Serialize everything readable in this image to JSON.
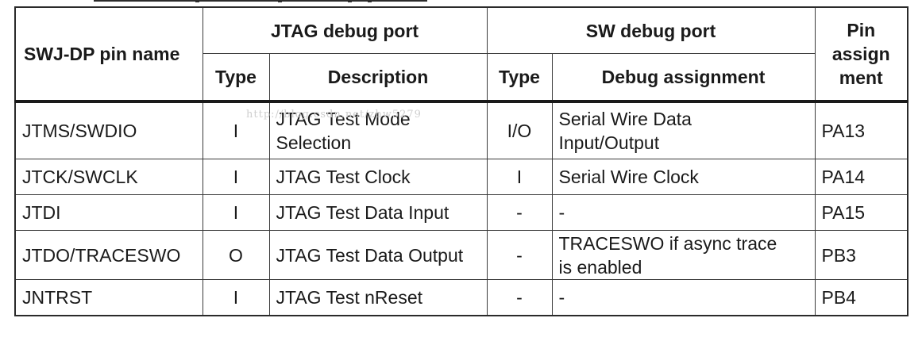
{
  "table": {
    "header": {
      "pin_name": "SWJ-DP pin name",
      "jtag_group": "JTAG debug port",
      "sw_group": "SW debug port",
      "pin_assign_line1": "Pin",
      "pin_assign_line2": "assign",
      "pin_assign_line3": "ment",
      "jtag_type": "Type",
      "jtag_desc": "Description",
      "sw_type": "Type",
      "sw_assign": "Debug assignment"
    },
    "rows": [
      {
        "pin": "JTMS/SWDIO",
        "jtag_type": "I",
        "jtag_desc_line1": "JTAG Test Mode",
        "jtag_desc_line2": "Selection",
        "sw_type": "I/O",
        "sw_assign_line1": "Serial Wire Data",
        "sw_assign_line2": "Input/Output",
        "assignment": "PA13"
      },
      {
        "pin": "JTCK/SWCLK",
        "jtag_type": "I",
        "jtag_desc": "JTAG Test Clock",
        "sw_type": "I",
        "sw_assign": "Serial Wire Clock",
        "assignment": "PA14"
      },
      {
        "pin": "JTDI",
        "jtag_type": "I",
        "jtag_desc": "JTAG Test Data Input",
        "sw_type": "-",
        "sw_assign": "-",
        "assignment": "PA15"
      },
      {
        "pin": "JTDO/TRACESWO",
        "jtag_type": "O",
        "jtag_desc": "JTAG Test Data Output",
        "sw_type": "-",
        "sw_assign_line1": "TRACESWO if async trace",
        "sw_assign_line2": "is enabled",
        "assignment": "PB3"
      },
      {
        "pin": "JNTRST",
        "jtag_type": "I",
        "jtag_desc": "JTAG Test nReset",
        "sw_type": "-",
        "sw_assign": "-",
        "assignment": "PB4"
      }
    ]
  },
  "watermark": "http://blog.csdn.net/zhw5279"
}
